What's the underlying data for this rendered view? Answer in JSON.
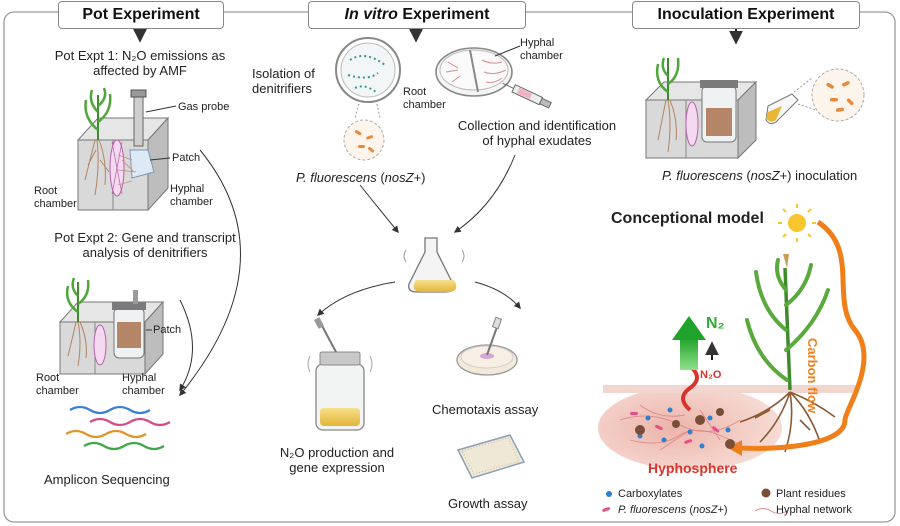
{
  "headers": {
    "pot": "Pot Experiment",
    "invitro_italic": "In vitro",
    "invitro_rest": " Experiment",
    "inoculation": "Inoculation Experiment"
  },
  "pot": {
    "expt1_line1": "Pot Expt 1:  N₂O emissions as",
    "expt1_line2": "affected by AMF",
    "gas_probe": "Gas probe",
    "patch1": "Patch",
    "root_chamber1_a": "Root",
    "root_chamber1_b": "chamber",
    "hyphal_chamber1_a": "Hyphal",
    "hyphal_chamber1_b": "chamber",
    "expt2_line1": "Pot Expt 2:  Gene and transcript",
    "expt2_line2": "analysis of denitrifiers",
    "patch2": "Patch",
    "root_chamber2_a": "Root",
    "root_chamber2_b": "chamber",
    "hyphal_chamber2_a": "Hyphal",
    "hyphal_chamber2_b": "chamber",
    "amplicon": "Amplicon Sequencing"
  },
  "invitro": {
    "isolation_a": "Isolation of",
    "isolation_b": "denitrifiers",
    "hyphal_chamber_a": "Hyphal",
    "hyphal_chamber_b": "chamber",
    "root_chamber_a": "Root",
    "root_chamber_b": "chamber",
    "collection_a": "Collection and identification",
    "collection_b": "of hyphal exudates",
    "pf_italic": "P. fluorescens",
    "pf_open": " (",
    "pf_gene": "nosZ",
    "pf_close": "+)",
    "n2o_prod_a": "N₂O production and",
    "n2o_prod_b": "gene expression",
    "chemotaxis": "Chemotaxis assay",
    "growth": "Growth  assay"
  },
  "inoculation": {
    "pf_italic": "P. fluorescens",
    "pf_open": " (",
    "pf_gene": "nosZ",
    "pf_close": "+) inoculation"
  },
  "model": {
    "title": "Conceptional model",
    "n2": "N₂",
    "n2o": "N₂O",
    "carbon_flow": "Carbon flow",
    "hyphosphere": "Hyphosphere"
  },
  "legend": {
    "carboxylates": "Carboxylates",
    "plant_residues": "Plant residues",
    "pf_italic": "P. fluorescens",
    "pf_open": " (",
    "pf_gene": "nosZ",
    "pf_close": "+)",
    "hyphal_network": "Hyphal network"
  },
  "colors": {
    "arrow_green": "#2fae36",
    "carbon_orange": "#f07f1a",
    "hypho_red": "#d9342b",
    "soil": "#efc6bf",
    "carboxylate_blue": "#2e7fd0"
  }
}
